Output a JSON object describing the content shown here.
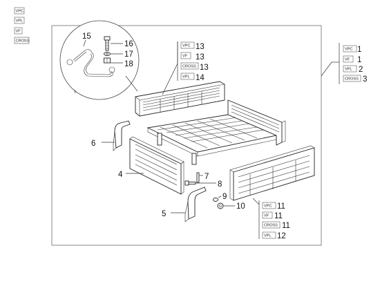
{
  "legend_variants": [
    "VPC",
    "VPL",
    "VF",
    "CROSS"
  ],
  "callouts": {
    "c15": "15",
    "c16": "16",
    "c17": "17",
    "c18": "18",
    "c6": "6",
    "c4": "4",
    "c7": "7",
    "c8": "8",
    "c9": "9",
    "c10": "10",
    "c5": "5"
  },
  "tables": {
    "right_panel": [
      {
        "variant": "VPC",
        "part": "1"
      },
      {
        "variant": "VF",
        "part": "1"
      },
      {
        "variant": "VPL",
        "part": "2"
      },
      {
        "variant": "CROSS",
        "part": "3"
      }
    ],
    "rear_panel": [
      {
        "variant": "VPC",
        "part": "13"
      },
      {
        "variant": "VF",
        "part": "13"
      },
      {
        "variant": "CROSS",
        "part": "13"
      },
      {
        "variant": "VPL",
        "part": "14"
      }
    ],
    "side_panel": [
      {
        "variant": "VPC",
        "part": "11"
      },
      {
        "variant": "VF",
        "part": "11"
      },
      {
        "variant": "CROSS",
        "part": "11"
      },
      {
        "variant": "VPL",
        "part": "12"
      }
    ]
  }
}
